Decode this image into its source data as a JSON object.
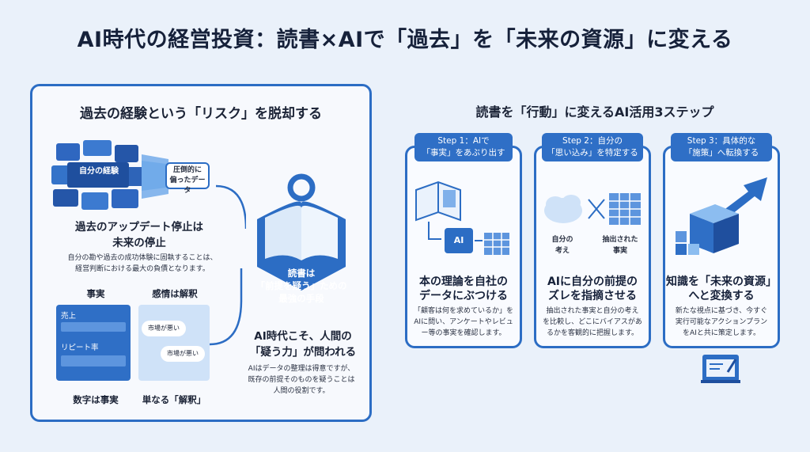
{
  "title": "AI時代の経営投資：読書×AIで「過去」を「未来の資源」に変える",
  "left": {
    "title": "過去の経験という「リスク」を脱却する",
    "my_experience": "自分の経験",
    "biased_data_1": "圧倒的に",
    "biased_data_2": "偏ったデータ",
    "stop_title_1": "過去のアップデート停止は",
    "stop_title_2": "未来の停止",
    "stop_desc_1": "自分の勘や過去の成功体験に固執することは、",
    "stop_desc_2": "経営判断における最大の負債となります。",
    "facts_label": "事実",
    "emotion_label": "感情は解釈",
    "sales": "売上",
    "repeat_rate": "リピート率",
    "market_bad_1": "市場が悪い",
    "market_bad_2": "市場が悪い",
    "numbers_are_facts": "数字は事実",
    "mere_interpretation": "単なる「解釈」",
    "book_1": "読書は",
    "book_2": "「前提を疑う」ための",
    "book_3": "最強の手段",
    "ai_era_1": "AI時代こそ、人間の",
    "ai_era_2": "「疑う力」が問われる",
    "ai_desc_1": "AIはデータの整理は得意ですが、",
    "ai_desc_2": "既存の前提そのものを疑うことは",
    "ai_desc_3": "人間の役割です。"
  },
  "right": {
    "title": "読書を「行動」に変えるAI活用3ステップ",
    "steps": [
      {
        "head_1": "Step 1：AIで",
        "head_2": "「事実」をあぶり出す",
        "title_1": "本の理論を自社の",
        "title_2": "データにぶつける",
        "desc_1": "「顧客は何を求めているか」を",
        "desc_2": "AIに問い、アンケートやレビュ",
        "desc_3": "ー等の事実を確認します。",
        "chip": "AI"
      },
      {
        "head_1": "Step 2：自分の",
        "head_2": "「思い込み」を特定する",
        "title_1": "AIに自分の前提の",
        "title_2": "ズレを指摘させる",
        "desc_1": "抽出された事実と自分の考え",
        "desc_2": "を比較し、どこにバイアスがあ",
        "desc_3": "るかを客観的に把握します。",
        "own_1": "自分の",
        "own_2": "考え",
        "ext_1": "抽出された",
        "ext_2": "事実"
      },
      {
        "head_1": "Step 3：具体的な",
        "head_2": "「施策」へ転換する",
        "title_1": "知識を「未来の資源」",
        "title_2": "へと変換する",
        "desc_1": "新たな視点に基づき、今すぐ",
        "desc_2": "実行可能なアクションプラン",
        "desc_3": "をAIと共に策定します。"
      }
    ]
  },
  "colors": {
    "primary": "#2c6dc4",
    "dark_blue": "#1f4f9e",
    "light_blue": "#cfe2f8",
    "background": "#eaf1fa"
  }
}
